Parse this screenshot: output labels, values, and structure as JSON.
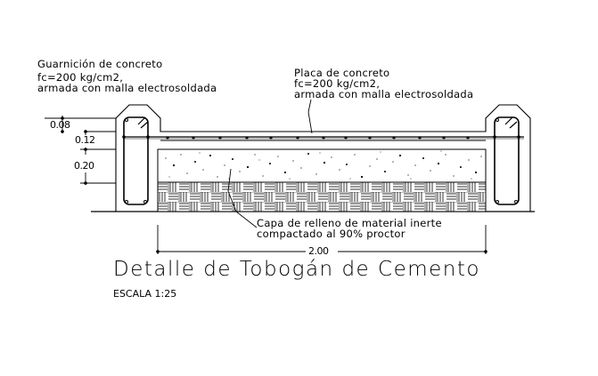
{
  "drawing": {
    "title": "Detalle de Tobogán de Cemento",
    "scale": "ESCALA 1:25"
  },
  "annotations": {
    "curb": {
      "line1": "Guarnición de concreto",
      "line2": "fc=200 kg/cm2,",
      "line3": "armada con malla electrosoldada"
    },
    "slab": {
      "line1": "Placa de concreto",
      "line2": "fc=200 kg/cm2,",
      "line3": "armada con malla electrosoldada"
    },
    "fill": {
      "line1": "Capa de relleno de material inerte",
      "line2": "compactado al 90% proctor"
    }
  },
  "dimensions": {
    "vertical": [
      "0.08",
      "0.12",
      "0.20"
    ],
    "horizontal_width": "2.00"
  },
  "colors": {
    "line": "#000000",
    "background": "#ffffff"
  }
}
